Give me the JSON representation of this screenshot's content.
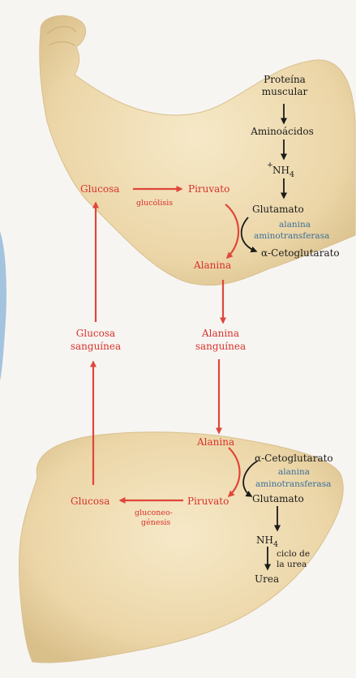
{
  "muscle": {
    "proteina_1": "Proteína",
    "proteina_2": "muscular",
    "aminoacidos": "Aminoácidos",
    "nh4_plus": "+",
    "nh4_base": "NH",
    "nh4_sub": "4",
    "glutamato": "Glutamato",
    "enzyme_1": "alanina",
    "enzyme_2": "aminotransferasa",
    "cetoglutarato": "α-Cetoglutarato",
    "glucosa": "Glucosa",
    "glucolisis": "glucólisis",
    "piruvato": "Piruvato",
    "alanina": "Alanina"
  },
  "blood": {
    "glucosa_1": "Glucosa",
    "glucosa_2": "sanguínea",
    "alanina_1": "Alanina",
    "alanina_2": "sanguínea"
  },
  "liver": {
    "alanina": "Alanina",
    "cetoglutarato": "α-Cetoglutarato",
    "enzyme_1": "alanina",
    "enzyme_2": "aminotransferasa",
    "glutamato": "Glutamato",
    "piruvato": "Piruvato",
    "glucosa": "Glucosa",
    "gluconeo_1": "gluconeo-",
    "gluconeo_2": "génesis",
    "nh4_base": "NH",
    "nh4_sub": "4",
    "ciclo_1": "ciclo de",
    "ciclo_2": "la urea",
    "urea": "Urea"
  },
  "colors": {
    "arrow_red": "#e0463a",
    "text_red": "#d7322b",
    "enzyme_blue": "#3a6e9a",
    "tissue": "#efdcb2"
  }
}
